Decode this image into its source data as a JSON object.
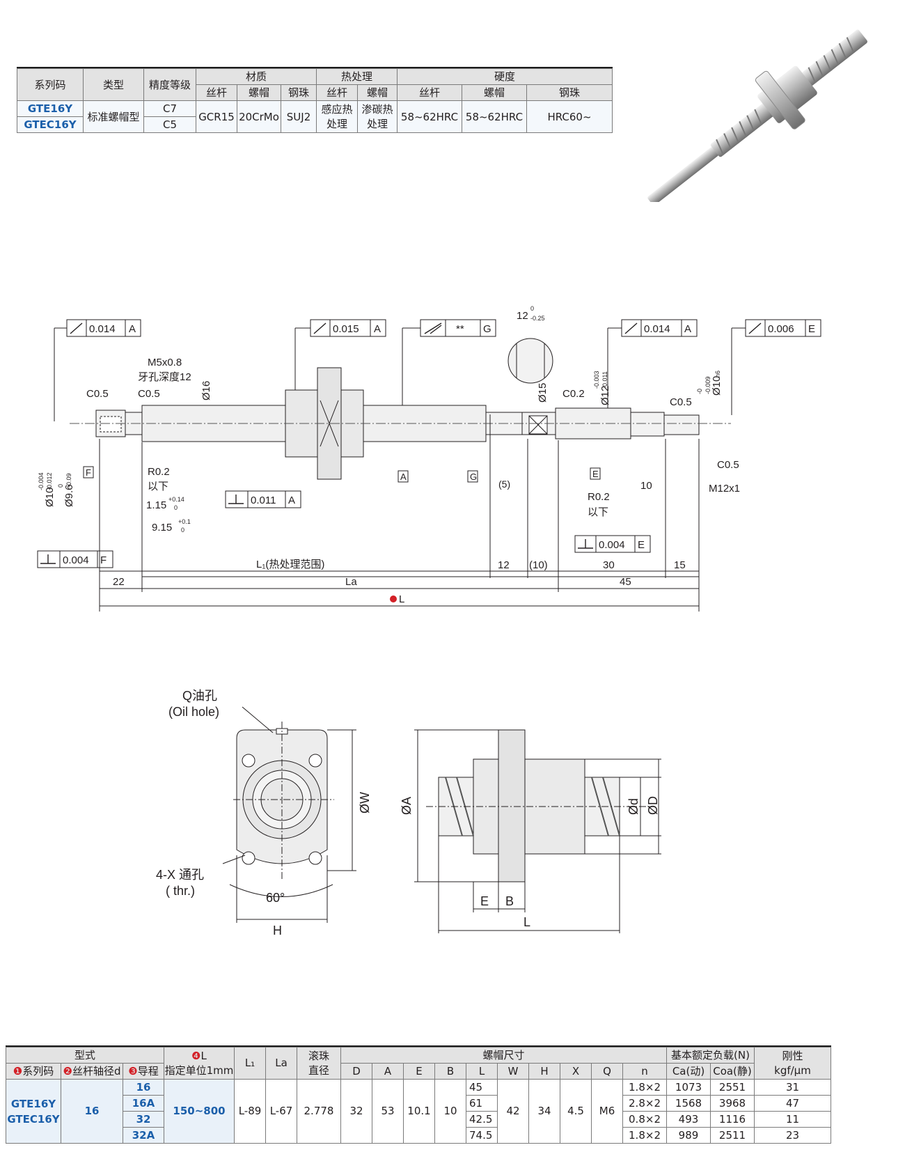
{
  "spec_table": {
    "headers": {
      "series_code": "系列码",
      "type": "类型",
      "precision": "精度等级",
      "material": "材质",
      "heat": "热处理",
      "hardness": "硬度",
      "screw": "丝杆",
      "nut": "螺帽",
      "ball": "钢珠"
    },
    "codes": [
      "GTE16Y",
      "GTEC16Y"
    ],
    "type_value": "标准螺帽型",
    "precision_values": [
      "C7",
      "C5"
    ],
    "material_values": [
      "GCR15",
      "20CrMo",
      "SUJ2"
    ],
    "heat_values": [
      "感应热处理",
      "渗碳热处理"
    ],
    "hardness_values": [
      "58~62HRC",
      "58~62HRC",
      "HRC60~"
    ]
  },
  "drawing": {
    "gdt": [
      "0.014",
      "A",
      "0.015",
      "A",
      "**",
      "G",
      "0.014",
      "A",
      "0.006",
      "E",
      "0.011",
      "A",
      "0.004",
      "E",
      "0.004",
      "F"
    ],
    "notes": {
      "m5": "M5x0.8",
      "thread_depth": "牙孔深度12",
      "c05": "C0.5",
      "c02": "C0.2",
      "r02": "R0.2",
      "below": "以下",
      "d16": "Ø16",
      "d15": "Ø15",
      "d12": "Ø12",
      "d12_tol_up": "-0.003",
      "d12_tol_lo": "-0.011",
      "d10h6": "Ø10",
      "h6": "h6",
      "d10h6_up": "-0",
      "d10h6_lo": "-0.009",
      "d10": "Ø10",
      "d10_up": "-0.004",
      "d10_lo": "-0.012",
      "d96": "Ø9.6",
      "d96_up": "0",
      "d96_lo": "-0.09",
      "w12": "12",
      "w12_up": "0",
      "w12_lo": "-0.25",
      "m12": "M12x1",
      "d115": "1.15",
      "d115_up": "+0.14",
      "d115_lo": "0",
      "d915": "9.15",
      "d915_up": "+0.1",
      "d915_lo": "0",
      "d5": "(5)",
      "d10b": "10",
      "l1": "L₁(热处理范围)",
      "d12b": "12",
      "d10c": "(10)",
      "d30": "30",
      "d15b": "15",
      "d22": "22",
      "la": "La",
      "d45": "45",
      "l": "L",
      "f": "F",
      "a": "A",
      "g": "G",
      "e": "E"
    },
    "nut_views": {
      "q_oil": "Q油孔",
      "oil_hole": "(Oil hole)",
      "four_x": "4-X 通孔",
      "thr": "( thr.)",
      "angle": "60°",
      "h": "H",
      "w": "ØW",
      "a": "ØA",
      "d": "Ød",
      "D": "ØD",
      "e": "E",
      "b": "B",
      "l": "L"
    }
  },
  "dim_table": {
    "headers": {
      "model": "型式",
      "series": "系列码",
      "shaft": "丝杆轴径d",
      "lead": "导程",
      "l_title": "L",
      "l_unit": "指定单位1mm",
      "l1": "L₁",
      "la": "La",
      "ball1": "滚珠",
      "ball2": "直径",
      "nut_dims": "螺帽尺寸",
      "load": "基本额定负载(N)",
      "rigidity": "刚性",
      "rig_unit": "kgf/μm",
      "cols": [
        "D",
        "A",
        "E",
        "B",
        "L",
        "W",
        "H",
        "X",
        "Q",
        "n"
      ],
      "ca": "Ca(动)",
      "coa": "Coa(静)"
    },
    "markers": [
      "❶",
      "❷",
      "❸",
      "❹"
    ],
    "series": [
      "GTE16Y",
      "GTEC16Y"
    ],
    "shaft": "16",
    "l_range": "150~800",
    "l1": "L-89",
    "la": "L-67",
    "ball": "2.778",
    "D": "32",
    "A": "53",
    "E": "10.1",
    "B": "10",
    "W": "42",
    "H": "34",
    "X": "4.5",
    "Q": "M6",
    "rows": [
      {
        "lead": "16",
        "L": "45",
        "n": "1.8×2",
        "ca": "1073",
        "coa": "2551",
        "rig": "31"
      },
      {
        "lead": "16A",
        "L": "61",
        "n": "2.8×2",
        "ca": "1568",
        "coa": "3968",
        "rig": "47"
      },
      {
        "lead": "32",
        "L": "42.5",
        "n": "0.8×2",
        "ca": "493",
        "coa": "1116",
        "rig": "11"
      },
      {
        "lead": "32A",
        "L": "74.5",
        "n": "1.8×2",
        "ca": "989",
        "coa": "2511",
        "rig": "23"
      }
    ]
  },
  "colors": {
    "accent_blue": "#1b5faa",
    "marker_red": "#d32027",
    "header_gray": "#e3e3e3"
  }
}
